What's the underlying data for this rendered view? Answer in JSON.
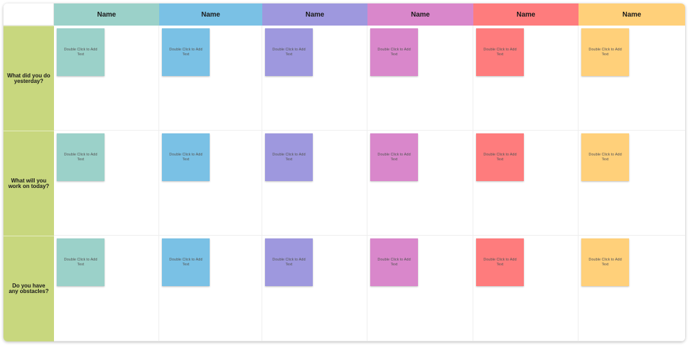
{
  "columns": [
    {
      "label": "Name",
      "color": "#9bd1c9"
    },
    {
      "label": "Name",
      "color": "#7ac1e5"
    },
    {
      "label": "Name",
      "color": "#9e98de"
    },
    {
      "label": "Name",
      "color": "#d987cb"
    },
    {
      "label": "Name",
      "color": "#fe7c7d"
    },
    {
      "label": "Name",
      "color": "#ffd07a"
    }
  ],
  "rows": [
    {
      "label": "What did you do yesterday?"
    },
    {
      "label": "What will you work on today?"
    },
    {
      "label": "Do you have any obstacles?"
    }
  ],
  "row_header_color": "#c8d77e",
  "note_placeholder": "Double Click to Add Text"
}
